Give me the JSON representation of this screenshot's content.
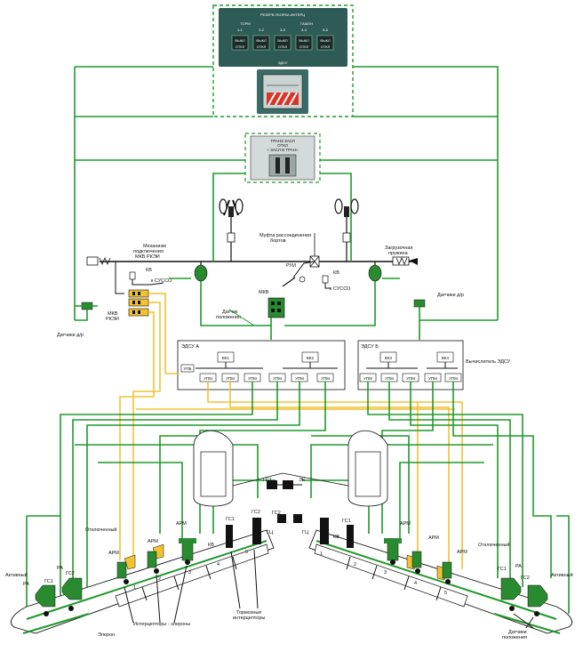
{
  "panel": {
    "title": "РЕЗЕРВ УБОРКА ИНТЕРЦ",
    "group_torm": "ТОРМ",
    "group_gas": "ГАШЕН",
    "col_labels": [
      "1-1",
      "2-2",
      "3-3",
      "4-4",
      "5-5"
    ],
    "switch_top": "ВЫКЛ",
    "switch_bottom": "ОТКЛ",
    "lower_label": "ЭДСУ"
  },
  "small_panel": {
    "line1": "ТРАНЗ ЗАСЛ",
    "line2": "ОТКЛ",
    "line3": "« ЗАСЛ В ТРАН»"
  },
  "labels": {
    "mech_kv": "Механизм подключения МКВ РКЭИ",
    "kv_top": "КВ",
    "k_susso_left": "к СУССО",
    "mufta": "Муфта рассоединения бортов",
    "zagruz": "Загрузочная пружина",
    "rui": "РУИ",
    "kv_right": "КВ",
    "k_susso_right": "к СУССО",
    "mkv_mid": "МКВ",
    "mkv_rkei": "МКВ РКЭИ",
    "dat_pol_top": "Датчик положения",
    "dat_dr_left": "Датчики д/р",
    "dat_dr_right": "Датчики д/р",
    "edsu_a": "ЭДСУ А",
    "edsu_b": "ЭДСУ Б",
    "vychisl": "Вычислитель ЭДСУ",
    "vk1": "ВК1",
    "vk2": "ВК2",
    "vk3": "ВК3",
    "vk4": "ВК4",
    "ups": "УПБ",
    "aktivny_left": "Активный",
    "otkl_left": "Отключенный",
    "ra_left_1": "РА",
    "ra_left_2": "РА",
    "gs1_left": "ГС1",
    "gs2_left": "ГС2",
    "arm_labels": [
      "АРМ",
      "АРМ",
      "АРМ"
    ],
    "gs_mid_left": [
      "ГС1",
      "ГС2"
    ],
    "gc_left": "ГЦ",
    "kv_bottom_left": "КВ",
    "num_left": [
      "1",
      "2",
      "3",
      "4",
      "5"
    ],
    "num_right": [
      "1",
      "2",
      "3",
      "4",
      "5"
    ],
    "gs1_center": "ГС1",
    "ek_center": "ЭК",
    "gs2_center": "ГС2",
    "gs1_right_mid": "ГС1",
    "gc_right": "ГЦ",
    "kv_bottom_right": "КВ",
    "otkl_right": "Отключенный",
    "aktivny_right": "Активный",
    "ra_right": "РА",
    "gs1_right": "ГС1",
    "gs2_right": "ГС2",
    "eleron": "Элерон",
    "interceptor": "Интерцепторы - элероны",
    "tormoznye": "Тормозные интерцепторы",
    "dat_pol_bottom": "Датчики положения"
  },
  "upm_labels_a": [
    "УПМ",
    "УПМ",
    "УПМ",
    "УПМ",
    "УПМ",
    "УПМ"
  ],
  "upm_labels_b": [
    "УПМ",
    "УПМ",
    "УПМ",
    "УПМ",
    "УПМ"
  ],
  "colors": {
    "green": "#1f9a2a",
    "yellow": "#f2c230",
    "panel": "#2f5b57",
    "black": "#111111"
  },
  "icons": [
    "switch-panel-icon",
    "control-column-icon",
    "actuator-icon",
    "aircraft-wing-icon"
  ]
}
